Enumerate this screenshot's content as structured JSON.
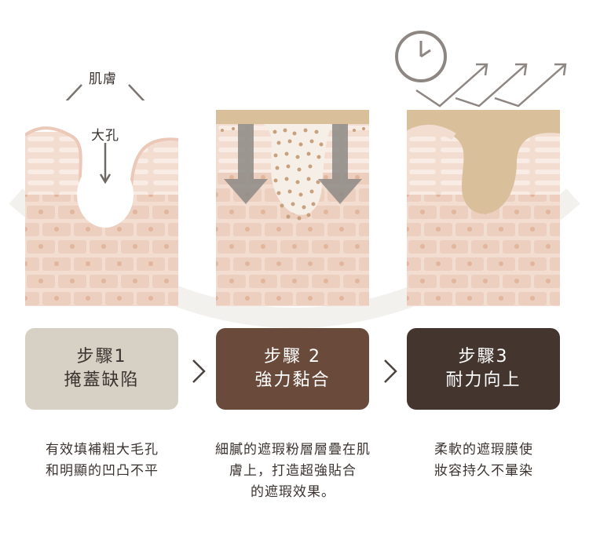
{
  "panel1": {
    "label_top": "肌膚",
    "label_pore": "大孔"
  },
  "steps": [
    {
      "title": "步驟1",
      "subtitle": "掩蓋缺陷"
    },
    {
      "title": "步驟 2",
      "subtitle": "強力黏合"
    },
    {
      "title": "步驟3",
      "subtitle": "耐力向上"
    }
  ],
  "descriptions": [
    {
      "lines": [
        "有效填補粗大毛孔",
        "和明顯的凹凸不平"
      ]
    },
    {
      "lines": [
        "細膩的遮瑕粉層層疊在肌",
        "膚上，打造超強貼合",
        "的遮瑕效果。"
      ]
    },
    {
      "lines": [
        "柔軟的遮瑕膜使",
        "妝容持久不暈染"
      ]
    }
  ],
  "colors": {
    "skin": "#f2ddd0",
    "brick": "#eccfbe",
    "primer": "#d9bf9a",
    "arrow_gray": "#8d8a86",
    "step1_bg": "#d7d0c4",
    "step2_bg": "#6a4a3b",
    "step3_bg": "#44352f"
  },
  "icons": [
    "arrow-down-left-icon",
    "arrow-down-right-icon",
    "arrow-down-icon",
    "clock-icon",
    "chevron-right-icon"
  ]
}
